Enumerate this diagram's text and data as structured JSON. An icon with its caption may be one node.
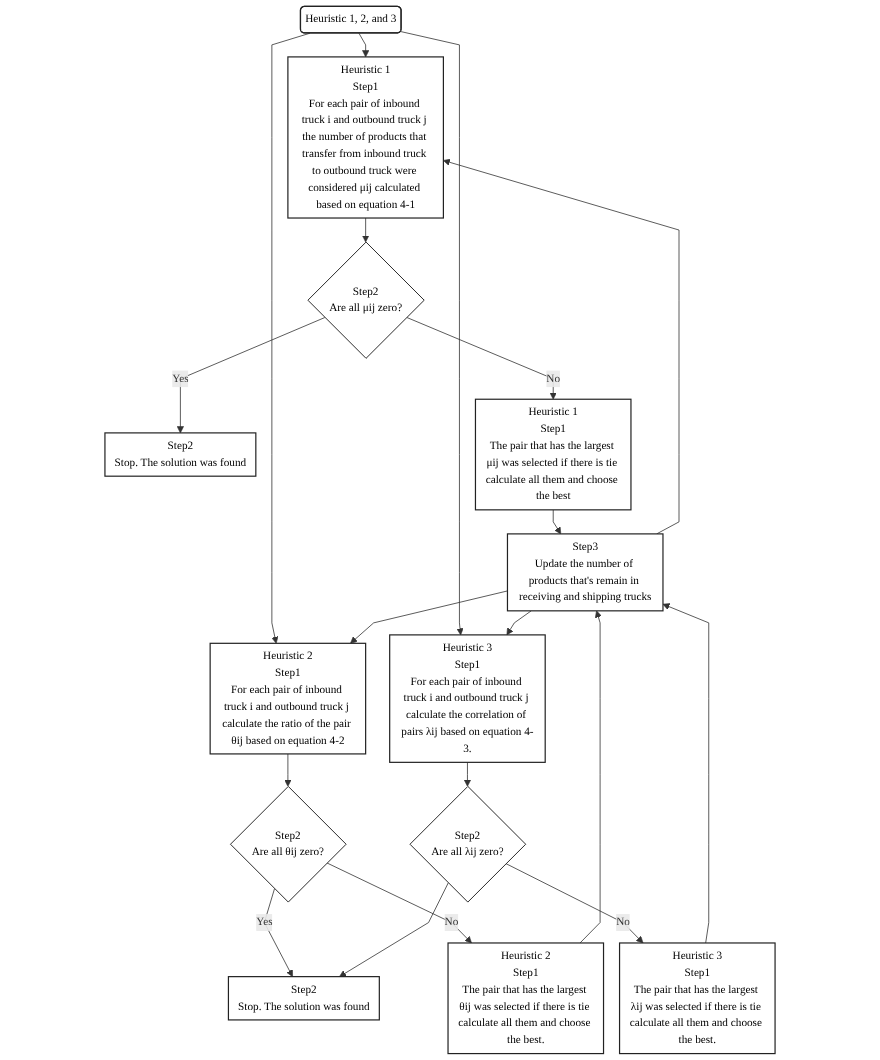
{
  "diagram": {
    "nodes": [
      {
        "text": [
          "Heuristic 1, 2, and 3"
        ]
      },
      {
        "text": [
          "Heuristic 1",
          "Step1",
          "For each pair of inbound truck i and outbound truck j the number of products that transfer from inbound truck to outbound truck were considered μij calculated based on equation 4-1"
        ]
      },
      {
        "text": [
          "Heuristic 2",
          "Step1",
          "For each pair of inbound truck i and outbound truck j calculate the ratio of the pair θij based on equation 4-2"
        ]
      },
      {
        "text": [
          "Heuristic 3",
          "Step1",
          "For each pair of inbound truck i and outbound truck j calculate the correlation of pairs λij based on equation 4-3."
        ]
      },
      {
        "text": [
          "Step2",
          "Are all μij zero?"
        ]
      },
      {
        "text": [
          "Step2",
          "Are all θij zero?"
        ]
      },
      {
        "text": [
          "Step2",
          "Are all λij zero?"
        ]
      },
      {
        "text": [
          "Step2",
          "Stop. The solution was found"
        ]
      },
      {
        "text": [
          "Step2",
          "Stop. The solution was found"
        ]
      },
      {
        "text": [
          "Heuristic 1",
          "Step1",
          "The pair that has the largest μij was selected if there is tie calculate all them and choose the best"
        ]
      },
      {
        "text": [
          "Heuristic 2",
          "Step1",
          "The pair that has the largest θij was selected if there is tie calculate all them and choose the best."
        ]
      },
      {
        "text": [
          "Heuristic 3",
          "Step1",
          "The pair that has the largest λij was selected if there is tie calculate all them and choose the best."
        ]
      },
      {
        "text": [
          "Step3",
          "Update the number of products that's remain in receiving and shipping trucks"
        ]
      }
    ],
    "edges": [
      {
        "from": 0,
        "to": 1,
        "arrow": "to"
      },
      {
        "from": 0,
        "to": 2,
        "arrow": "to"
      },
      {
        "from": 0,
        "to": 3,
        "arrow": "to"
      },
      {
        "from": 1,
        "to": 4,
        "arrow": "to"
      },
      {
        "from": 2,
        "to": 5,
        "arrow": "to"
      },
      {
        "from": 3,
        "to": 6,
        "arrow": "to"
      },
      {
        "from": 4,
        "to": 7,
        "label": "Yes",
        "arrow": "to"
      },
      {
        "from": 4,
        "to": 9,
        "label": "No",
        "arrow": "to"
      },
      {
        "from": 5,
        "to": 8,
        "label": "Yes",
        "arrow": "to"
      },
      {
        "from": 5,
        "to": 10,
        "label": "No",
        "arrow": "to"
      },
      {
        "from": 6,
        "to": 8,
        "arrow": "to"
      },
      {
        "from": 6,
        "to": 11,
        "label": "No",
        "arrow": "to"
      },
      {
        "from": 9,
        "to": 12,
        "arrow": "to"
      },
      {
        "from": 10,
        "to": 12,
        "arrow": "to"
      },
      {
        "from": 11,
        "to": 12,
        "arrow": "to"
      },
      {
        "from": 12,
        "to": 1,
        "arrow": "to"
      },
      {
        "from": 12,
        "to": 2,
        "arrow": "to"
      },
      {
        "from": 12,
        "to": 3,
        "arrow": "to"
      }
    ]
  }
}
